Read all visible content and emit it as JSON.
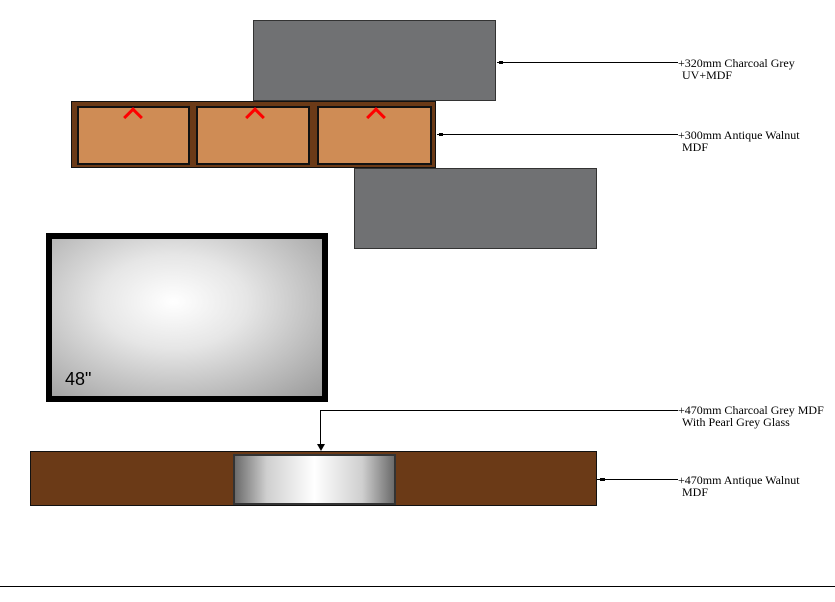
{
  "labels": [
    {
      "line1": "+320mm Charcoal Grey",
      "line2": "UV+MDF"
    },
    {
      "line1": "+300mm Antique Walnut",
      "line2": "MDF"
    },
    {
      "line1": "+470mm Charcoal Grey MDF",
      "line2": "With Pearl Grey Glass"
    },
    {
      "line1": "+470mm Antique Walnut",
      "line2": "MDF"
    }
  ],
  "tv": {
    "size": "48\""
  },
  "colors": {
    "charcoal": "#707173",
    "walnut": "#6b3a17",
    "panel": "#cf8c55",
    "marker": "#ff0000"
  }
}
